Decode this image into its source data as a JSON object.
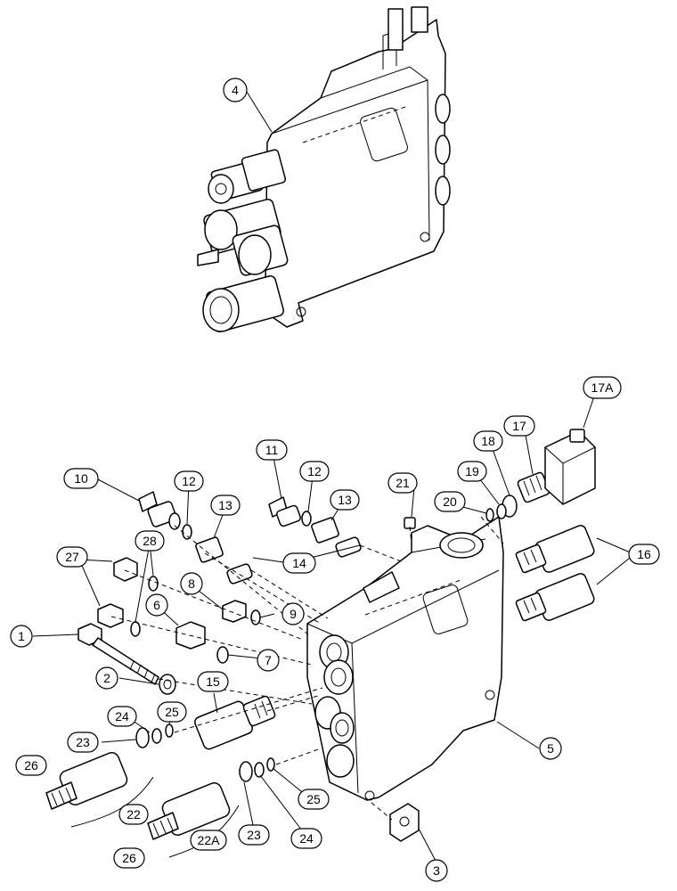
{
  "callouts": {
    "c1": "1",
    "c2": "2",
    "c3": "3",
    "c4": "4",
    "c5": "5",
    "c6": "6",
    "c7": "7",
    "c8": "8",
    "c9": "9",
    "c10": "10",
    "c11": "11",
    "c12a": "12",
    "c12b": "12",
    "c13a": "13",
    "c13b": "13",
    "c14": "14",
    "c15": "15",
    "c16": "16",
    "c17": "17",
    "c17a": "17A",
    "c18": "18",
    "c19": "19",
    "c20": "20",
    "c21": "21",
    "c22": "22",
    "c22a": "22A",
    "c23a": "23",
    "c23b": "23",
    "c24a": "24",
    "c24b": "24",
    "c25a": "25",
    "c25b": "25",
    "c26a": "26",
    "c26b": "26",
    "c27": "27",
    "c28": "28"
  }
}
